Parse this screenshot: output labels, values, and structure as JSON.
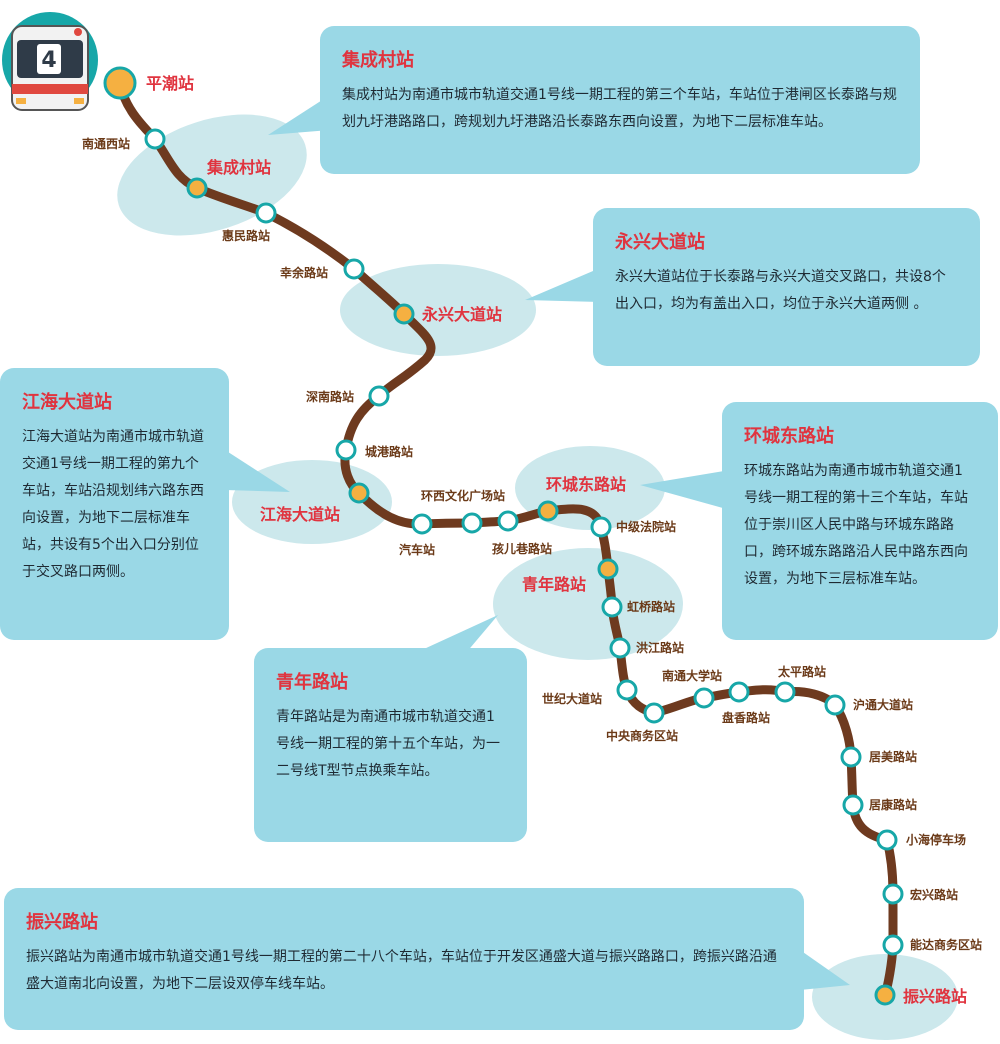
{
  "line": {
    "number": "4",
    "color": "#6e3a1f",
    "accent": "#e0343f",
    "major_station_color": "#f5b041",
    "station_ring_color": "#17a7a8"
  },
  "stations": {
    "pingchao": "平潮站",
    "nantong_west": "南通西站",
    "jichengcun": "集成村站",
    "huiminlu": "惠民路站",
    "xingyulu": "幸余路站",
    "yongxing": "永兴大道站",
    "shennanlu": "深南路站",
    "chenggang": "城港路站",
    "jianghai": "江海大道站",
    "qiche": "汽车站",
    "huanxi": "环西文化广场站",
    "haierxiang": "孩儿巷路站",
    "huanchengdong": "环城东路站",
    "zhongji": "中级法院站",
    "qingnianlu": "青年路站",
    "hongqiao": "虹桥路站",
    "hongjiang": "洪江路站",
    "shiji": "世纪大道站",
    "zhongyang": "中央商务区站",
    "nantong_univ": "南通大学站",
    "panxiang": "盘香路站",
    "taiping": "太平路站",
    "hutong": "沪通大道站",
    "jumei": "居美路站",
    "jukang": "居康路站",
    "xiaohai": "小海停车场",
    "hongxing": "宏兴路站",
    "nengda": "能达商务区站",
    "zhenxing": "振兴路站"
  },
  "cards": {
    "jichengcun": {
      "title": "集成村站",
      "body": "集成村站为南通市城市轨道交通1号线一期工程的第三个车站，车站位于港闸区长泰路与规划九圩港路路口，跨规划九圩港路沿长泰路东西向设置，为地下二层标准车站。"
    },
    "yongxing": {
      "title": "永兴大道站",
      "body": "永兴大道站位于长泰路与永兴大道交叉路口，共设8个出入口，均为有盖出入口，均位于永兴大道两侧 。"
    },
    "jianghai": {
      "title": "江海大道站",
      "body": "江海大道站为南通市城市轨道交通1号线一期工程的第九个车站，车站沿规划纬六路东西向设置，为地下二层标准车站，共设有5个出入口分别位于交叉路口两侧。"
    },
    "huanchengdong": {
      "title": "环城东路站",
      "body": "环城东路站为南通市城市轨道交通1号线一期工程的第十三个车站，车站位于崇川区人民中路与环城东路路口，跨环城东路路沿人民中路东西向设置，为地下三层标准车站。"
    },
    "qingnianlu": {
      "title": "青年路站",
      "body": "青年路站是为南通市城市轨道交通1号线一期工程的第十五个车站，为一二号线T型节点换乘车站。"
    },
    "zhenxing": {
      "title": "振兴路站",
      "body": "振兴路站为南通市城市轨道交通1号线一期工程的第二十八个车站，车站位于开发区通盛大道与振兴路路口，跨振兴路沿通盛大道南北向设置，为地下二层设双停车线车站。"
    }
  }
}
